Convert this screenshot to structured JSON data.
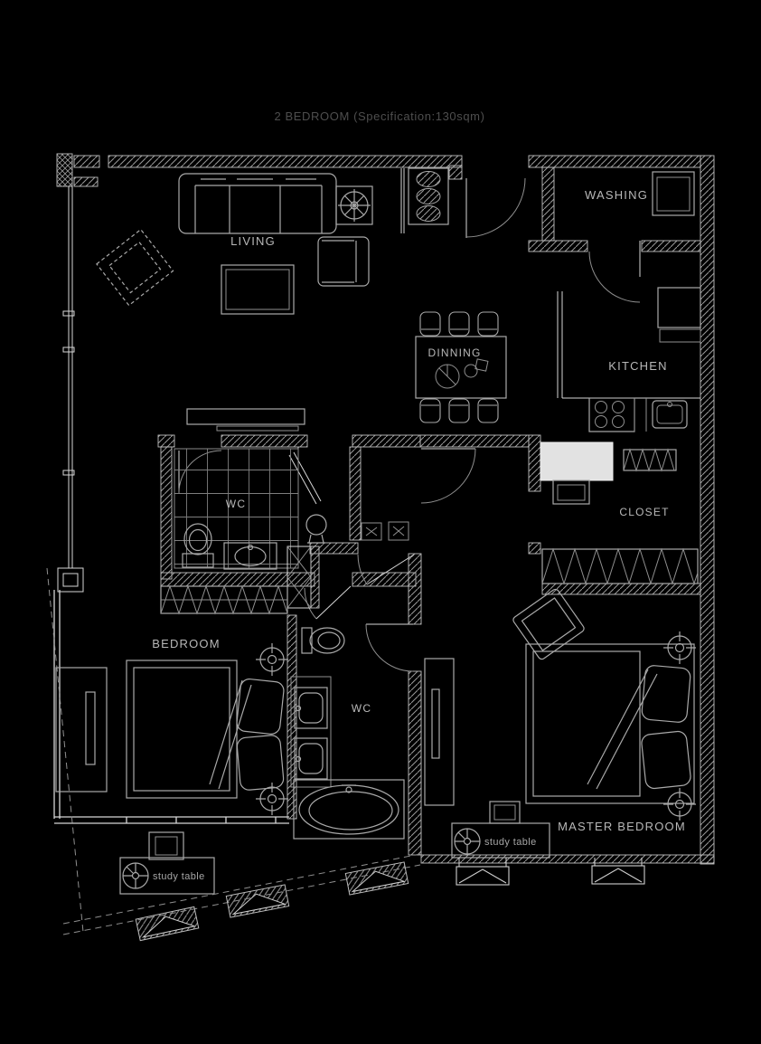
{
  "title": "2 BEDROOM (Specification:130sqm)",
  "rooms": {
    "living": "LIVING",
    "dining": "DINNING",
    "kitchen": "KITCHEN",
    "washing": "WASHING",
    "closet": "CLOSET",
    "wc_upper": "WC",
    "wc_lower": "WC",
    "bedroom": "BEDROOM",
    "master_bedroom": "MASTER BEDROOM"
  },
  "annotations": {
    "study_table_bedroom": "study table",
    "study_table_master": "study table"
  },
  "colors": {
    "background": "#000000",
    "wall_line": "#d6d6d6",
    "furniture_line": "#a9a9a9",
    "label_text": "#b8b8b8",
    "title_text": "#4e4e4e"
  }
}
